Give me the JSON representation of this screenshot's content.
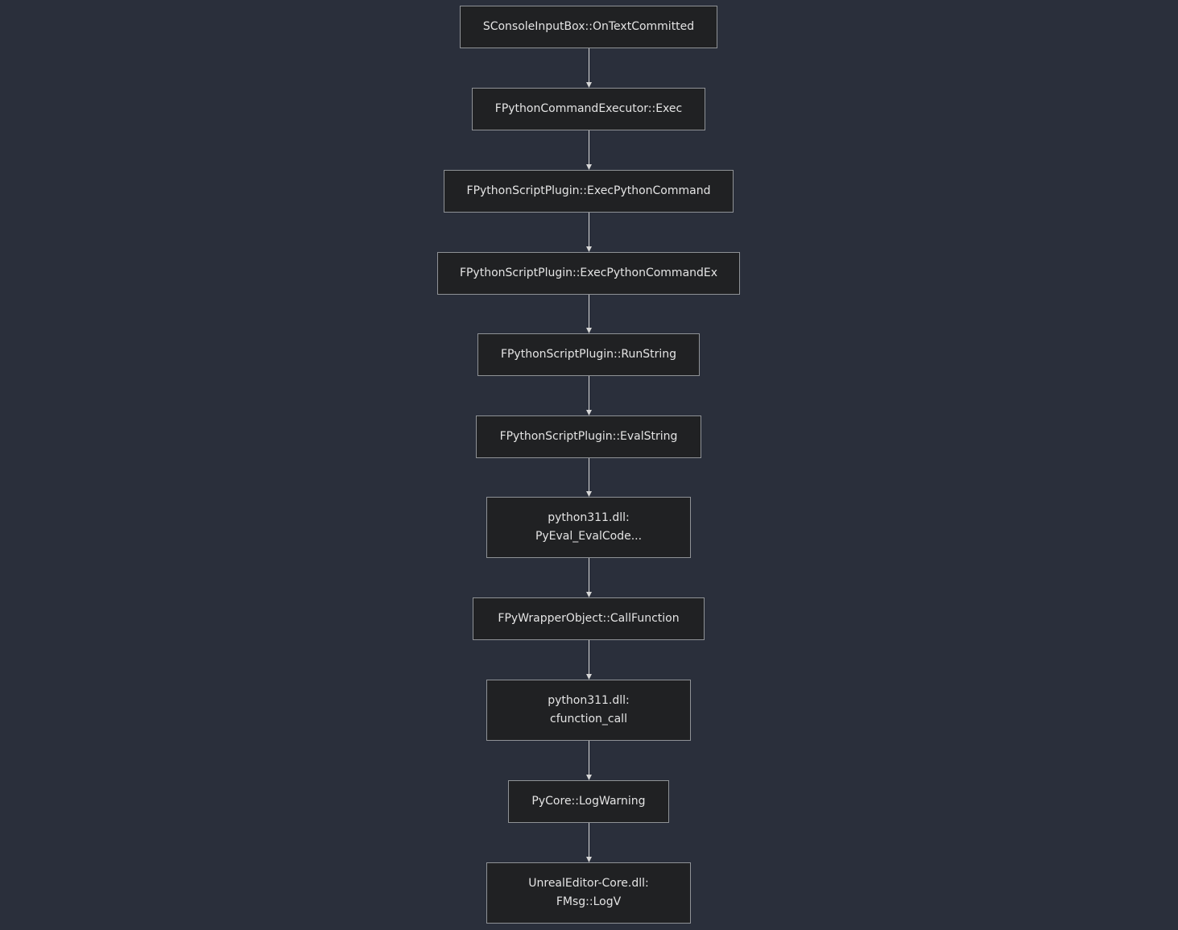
{
  "diagram": {
    "type": "flowchart",
    "direction": "top-to-bottom",
    "nodes": [
      {
        "id": "n1",
        "lines": [
          "SConsoleInputBox::OnTextCommitted"
        ]
      },
      {
        "id": "n2",
        "lines": [
          "FPythonCommandExecutor::Exec"
        ]
      },
      {
        "id": "n3",
        "lines": [
          "FPythonScriptPlugin::ExecPythonCommand"
        ]
      },
      {
        "id": "n4",
        "lines": [
          "FPythonScriptPlugin::ExecPythonCommandEx"
        ]
      },
      {
        "id": "n5",
        "lines": [
          "FPythonScriptPlugin::RunString"
        ]
      },
      {
        "id": "n6",
        "lines": [
          "FPythonScriptPlugin::EvalString"
        ]
      },
      {
        "id": "n7",
        "lines": [
          "python311.dll:",
          "PyEval_EvalCode..."
        ]
      },
      {
        "id": "n8",
        "lines": [
          "FPyWrapperObject::CallFunction"
        ]
      },
      {
        "id": "n9",
        "lines": [
          "python311.dll:",
          "cfunction_call"
        ]
      },
      {
        "id": "n10",
        "lines": [
          "PyCore::LogWarning"
        ]
      },
      {
        "id": "n11",
        "lines": [
          "UnrealEditor-Core.dll:",
          "FMsg::LogV"
        ]
      }
    ],
    "edges": [
      {
        "from": "n1",
        "to": "n2"
      },
      {
        "from": "n2",
        "to": "n3"
      },
      {
        "from": "n3",
        "to": "n4"
      },
      {
        "from": "n4",
        "to": "n5"
      },
      {
        "from": "n5",
        "to": "n6"
      },
      {
        "from": "n6",
        "to": "n7"
      },
      {
        "from": "n7",
        "to": "n8"
      },
      {
        "from": "n8",
        "to": "n9"
      },
      {
        "from": "n9",
        "to": "n10"
      },
      {
        "from": "n10",
        "to": "n11"
      }
    ],
    "colors": {
      "background": "#2a2f3b",
      "node_fill": "#202123",
      "node_border": "#8f9296",
      "node_text": "#e4e4e4",
      "edge": "#d8d8d8"
    }
  }
}
